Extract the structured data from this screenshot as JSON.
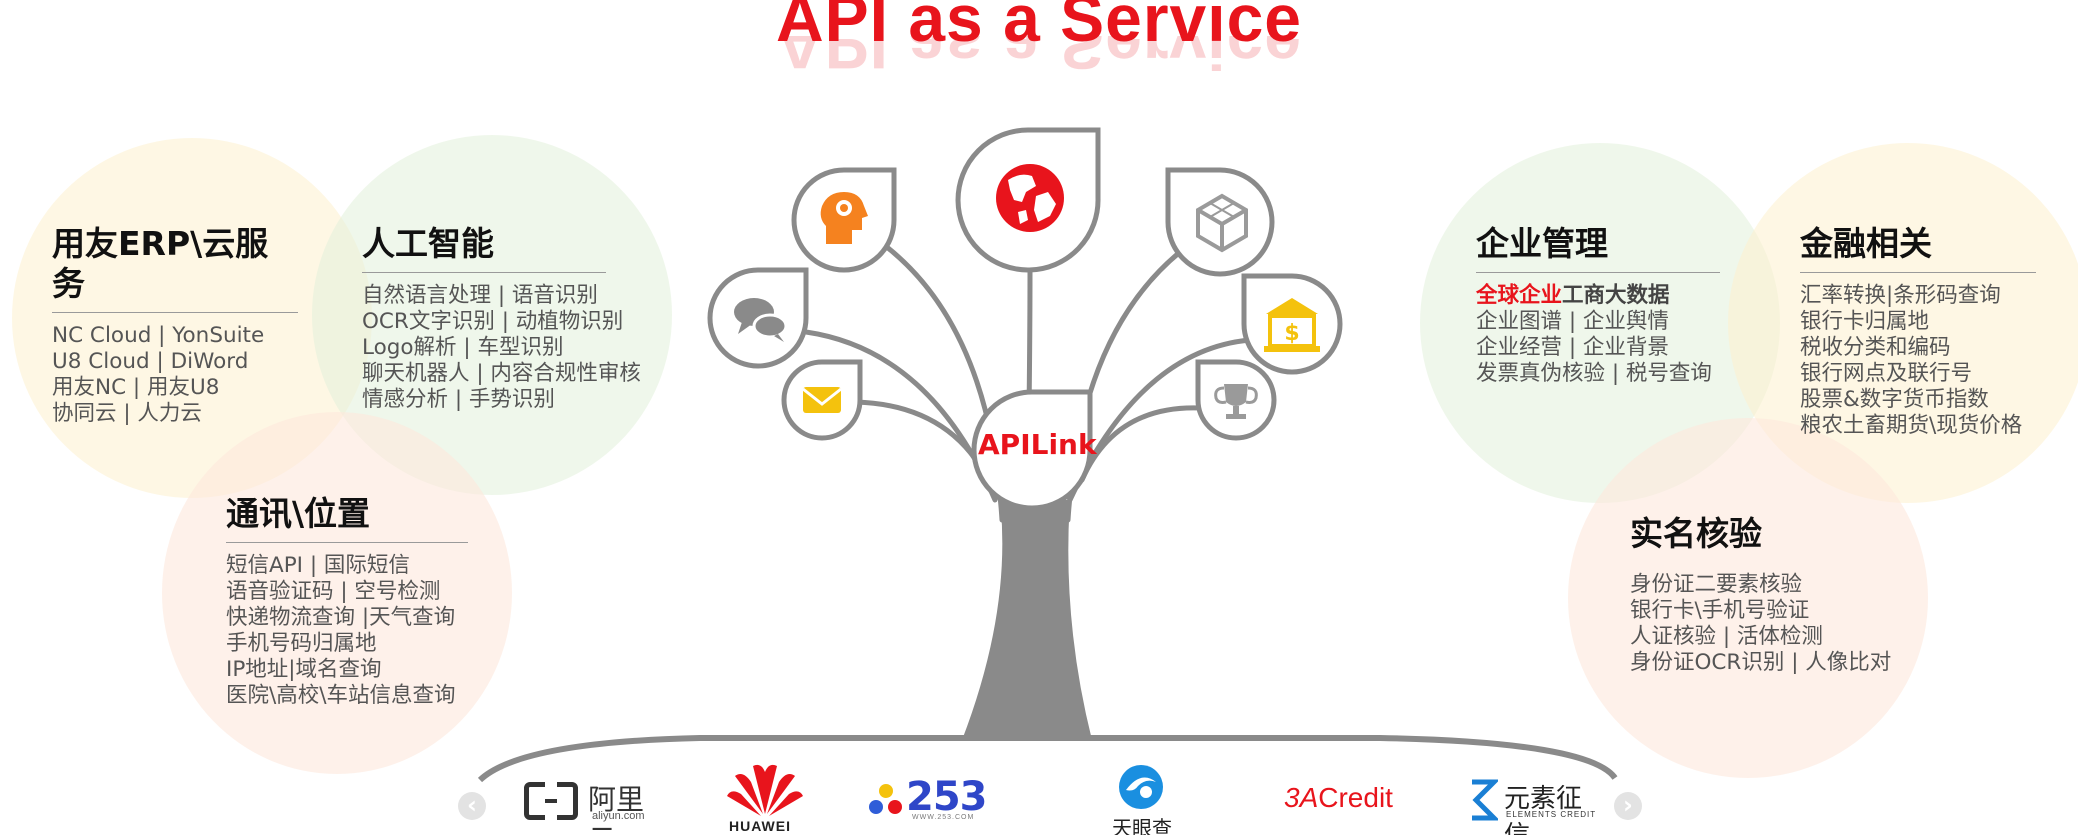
{
  "title": "API as a Service",
  "center_label": "APILink",
  "groups": {
    "erp": {
      "title": "用友ERP\\云服务",
      "items": [
        "NC Cloud | YonSuite",
        "U8 Cloud | DiWord",
        "用友NC | 用友U8",
        "协同云 | 人力云"
      ]
    },
    "ai": {
      "title": "人工智能",
      "items": [
        "自然语言处理 | 语音识别",
        "OCR文字识别 | 动植物识别",
        "Logo解析 | 车型识别",
        "聊天机器人 | 内容合规性审核",
        "情感分析 | 手势识别"
      ]
    },
    "comm": {
      "title": "通讯\\位置",
      "items": [
        "短信API | 国际短信",
        "语音验证码 | 空号检测",
        "快递物流查询 |天气查询",
        "手机号码归属地",
        "IP地址|域名查询",
        "医院\\高校\\车站信息查询"
      ]
    },
    "enterprise": {
      "title": "企业管理",
      "highlight_red": "全球企业",
      "highlight_dark": "工商大数据",
      "items": [
        "企业图谱 | 企业舆情",
        "企业经营 | 企业背景",
        "发票真伪核验 | 税号查询"
      ]
    },
    "finance": {
      "title": "金融相关",
      "items": [
        "汇率转换|条形码查询",
        "银行卡归属地",
        "税收分类和编码",
        "银行网点及联行号",
        "股票&数字货币指数",
        "粮农土畜期货\\现货价格"
      ]
    },
    "realname": {
      "title": "实名核验",
      "items": [
        "身份证二要素核验",
        "银行卡\\手机号验证",
        "人证核验 | 活体检测",
        "身份证OCR识别 | 人像比对"
      ]
    }
  },
  "logos": {
    "aliyun": {
      "word": "阿里云",
      "sub": "aliyun.com",
      "bracket": "[-]"
    },
    "huawei": {
      "word": "HUAWEI"
    },
    "n253": {
      "word": "253",
      "sub": "WWW.253.COM"
    },
    "tianyancha": {
      "word": "天眼查"
    },
    "credit": {
      "prefix": "3A",
      "word": "Credit"
    },
    "yuansu": {
      "word": "元素征信",
      "sub": "ELEMENTS CREDIT"
    }
  },
  "nav": {
    "prev": "‹",
    "next": "›"
  },
  "icons": [
    "brain-gear-icon",
    "globe-icon",
    "cube-icon",
    "chat-icon",
    "bank-icon",
    "mail-icon",
    "trophy-icon"
  ],
  "colors": {
    "accent": "#e8141c",
    "tree": "#8a8a8a",
    "icon_orange": "#f5821f",
    "icon_yellow": "#f4c20d",
    "icon_gray": "#9a9a9a"
  }
}
